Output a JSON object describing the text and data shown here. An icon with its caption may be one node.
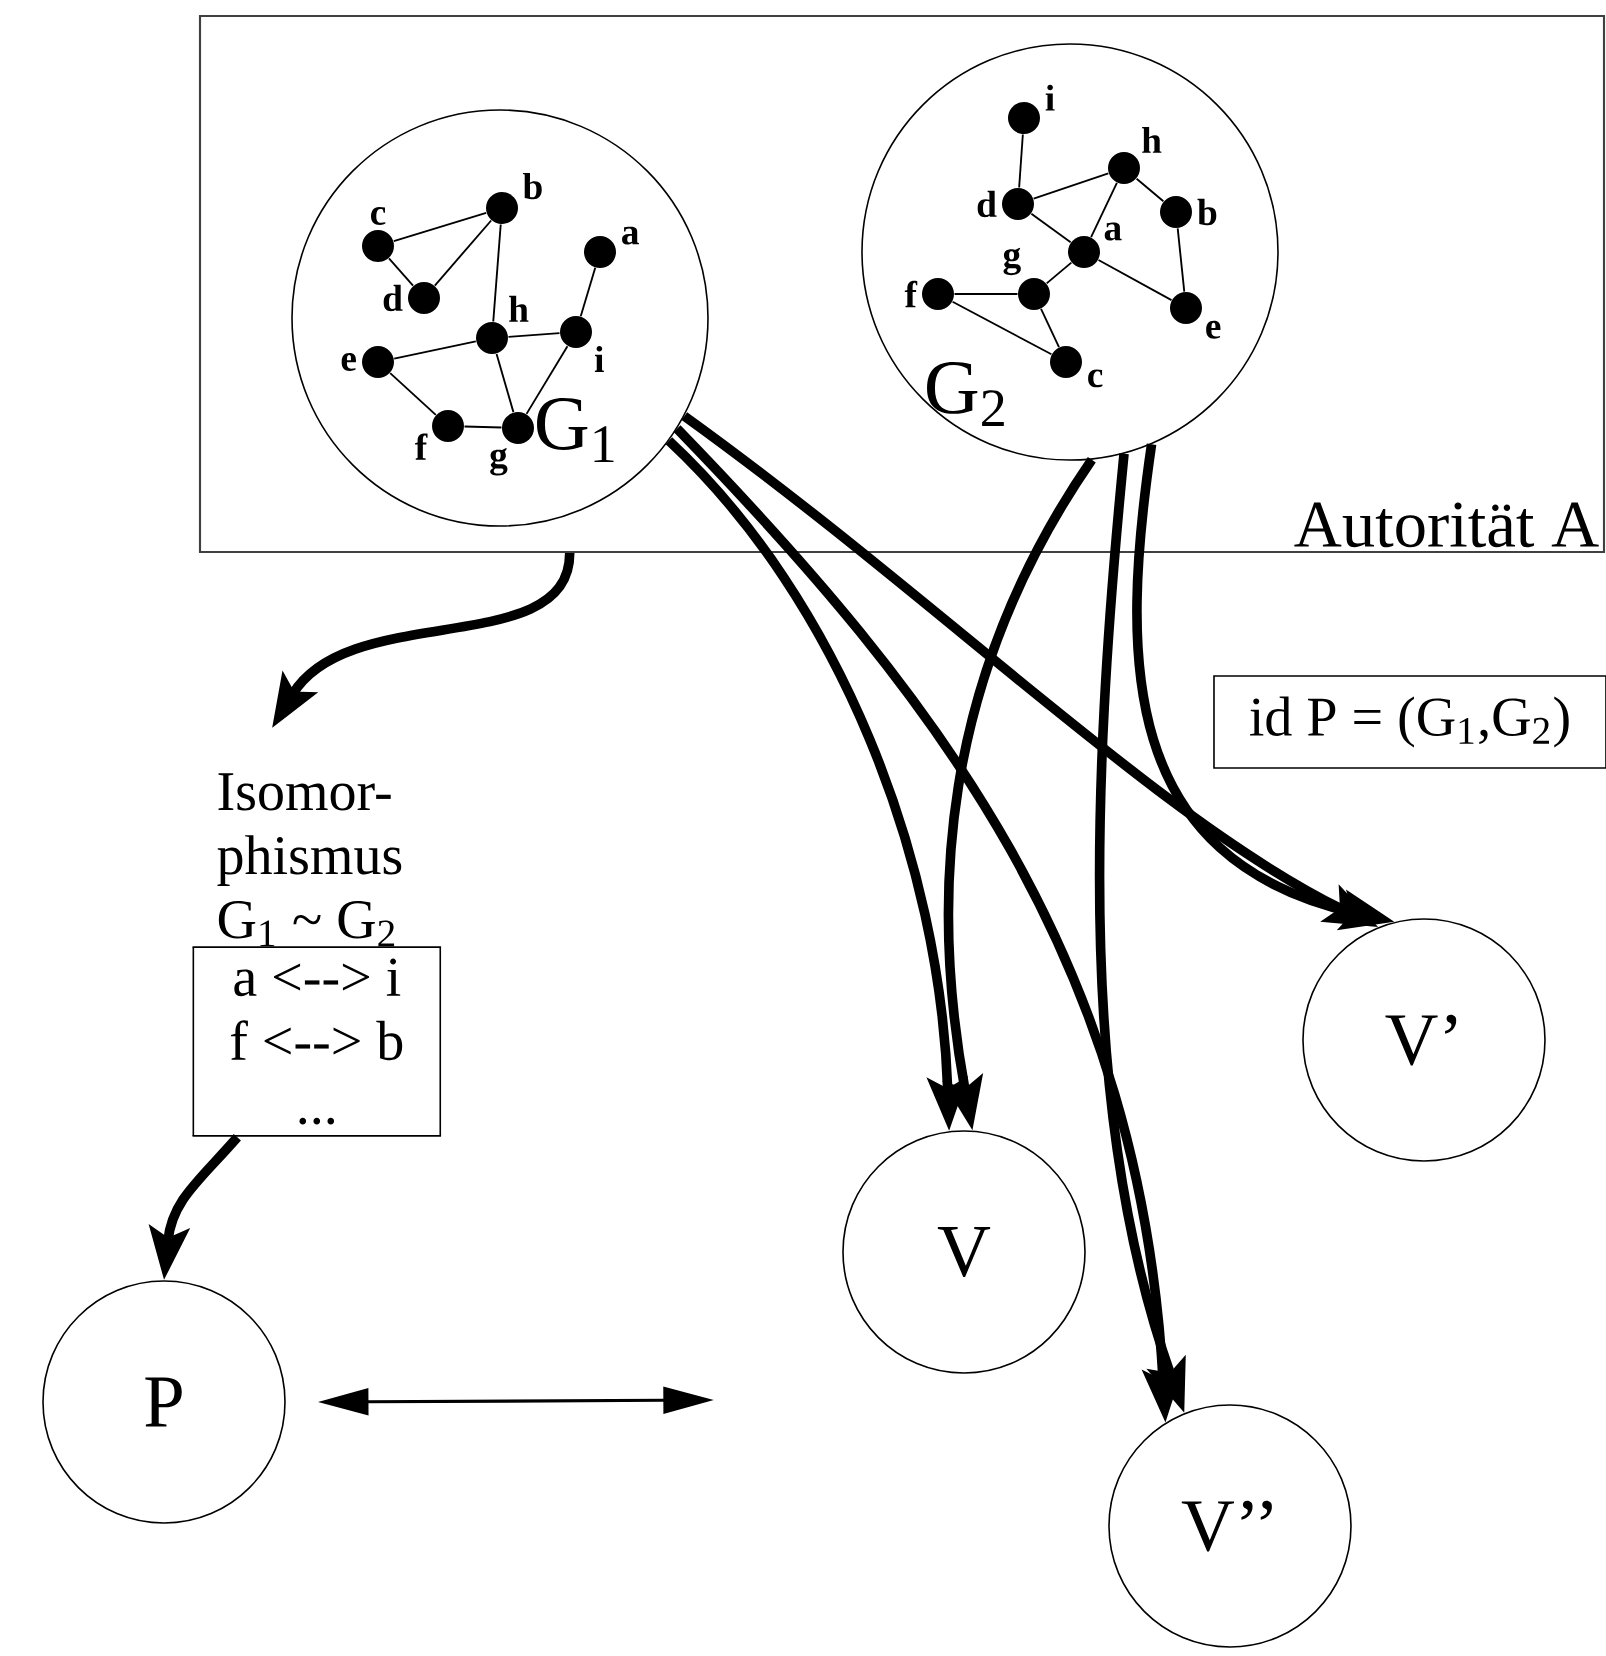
{
  "diagram": {
    "nodes": [
      {
        "text": [
          "Autorität A"
        ]
      },
      {
        "text": [
          "G$_{1}$"
        ],
        "in": 0
      },
      {
        "text": [
          "c"
        ],
        "in": 1
      },
      {
        "text": [
          "b"
        ],
        "in": 1
      },
      {
        "text": [
          "a"
        ],
        "in": 1
      },
      {
        "text": [
          "d"
        ],
        "in": 1
      },
      {
        "text": [
          "h"
        ],
        "in": 1
      },
      {
        "text": [
          "i"
        ],
        "in": 1
      },
      {
        "text": [
          "e"
        ],
        "in": 1
      },
      {
        "text": [
          "f"
        ],
        "in": 1
      },
      {
        "text": [
          "g"
        ],
        "in": 1
      },
      {
        "text": [
          "G$_{2}$"
        ],
        "in": 0
      },
      {
        "text": [
          "i"
        ],
        "in": 11
      },
      {
        "text": [
          "h"
        ],
        "in": 11
      },
      {
        "text": [
          "d"
        ],
        "in": 11
      },
      {
        "text": [
          "b"
        ],
        "in": 11
      },
      {
        "text": [
          "a"
        ],
        "in": 11
      },
      {
        "text": [
          "g"
        ],
        "in": 11
      },
      {
        "text": [
          "f"
        ],
        "in": 11
      },
      {
        "text": [
          "e"
        ],
        "in": 11
      },
      {
        "text": [
          "c"
        ],
        "in": 11
      },
      {
        "text": [
          "Isomor- phismus G$_{1}$ ~ G$_{2}$",
          "a <--> i",
          "f <--> b",
          "..."
        ]
      },
      {
        "text": [
          "id P = (G$_{1}$,G$_{2}$)"
        ]
      },
      {
        "text": [
          "V’"
        ]
      },
      {
        "text": [
          "V"
        ]
      },
      {
        "text": [
          "P"
        ]
      },
      {
        "text": [
          "V’’"
        ]
      }
    ],
    "edges": [
      {
        "from": 2,
        "to": 3,
        "arrow": "none"
      },
      {
        "from": 2,
        "to": 5,
        "arrow": "none"
      },
      {
        "from": 5,
        "to": 3,
        "arrow": "none"
      },
      {
        "from": 3,
        "to": 6,
        "arrow": "none"
      },
      {
        "from": 8,
        "to": 6,
        "arrow": "none"
      },
      {
        "from": 6,
        "to": 7,
        "arrow": "none"
      },
      {
        "from": 7,
        "to": 4,
        "arrow": "none"
      },
      {
        "from": 8,
        "to": 9,
        "arrow": "none"
      },
      {
        "from": 9,
        "to": 10,
        "arrow": "none"
      },
      {
        "from": 10,
        "to": 6,
        "arrow": "none"
      },
      {
        "from": 10,
        "to": 7,
        "arrow": "none"
      },
      {
        "from": 12,
        "to": 14,
        "arrow": "none"
      },
      {
        "from": 14,
        "to": 13,
        "arrow": "none"
      },
      {
        "from": 14,
        "to": 16,
        "arrow": "none"
      },
      {
        "from": 13,
        "to": 16,
        "arrow": "none"
      },
      {
        "from": 13,
        "to": 15,
        "arrow": "none"
      },
      {
        "from": 15,
        "to": 19,
        "arrow": "none"
      },
      {
        "from": 16,
        "to": 19,
        "arrow": "none"
      },
      {
        "from": 16,
        "to": 17,
        "arrow": "none"
      },
      {
        "from": 17,
        "to": 18,
        "arrow": "none"
      },
      {
        "from": 17,
        "to": 20,
        "arrow": "none"
      },
      {
        "from": 18,
        "to": 20,
        "arrow": "none"
      },
      {
        "from": 0,
        "to": 21,
        "arrow": "to",
        "style": "thick"
      },
      {
        "from": 21,
        "to": 25,
        "arrow": "to",
        "style": "thick"
      },
      {
        "from": 1,
        "to": 23,
        "arrow": "to",
        "style": "thick"
      },
      {
        "from": 1,
        "to": 24,
        "arrow": "to",
        "style": "thick"
      },
      {
        "from": 1,
        "to": 26,
        "arrow": "to",
        "style": "thick"
      },
      {
        "from": 11,
        "to": 24,
        "arrow": "to",
        "style": "thick"
      },
      {
        "from": 11,
        "to": 26,
        "arrow": "to",
        "style": "thick"
      },
      {
        "from": 11,
        "to": 23,
        "arrow": "to",
        "style": "thick"
      },
      {
        "from": 25,
        "to": null,
        "arrow": "both"
      }
    ]
  }
}
